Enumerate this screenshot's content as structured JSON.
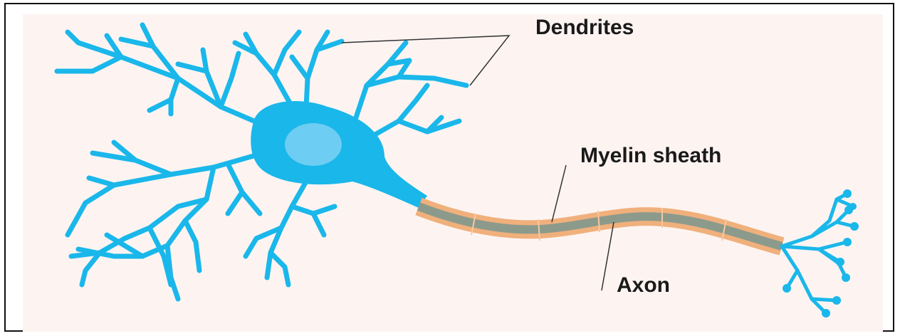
{
  "labels": {
    "dendrites": "Dendrites",
    "myelin_sheath": "Myelin sheath",
    "axon": "Axon"
  },
  "colors": {
    "neuron": "#1ab7ea",
    "nucleus": "#6ecdf2",
    "myelin": "#f0b07c",
    "axon_core": "#8c9a8c",
    "background": "#fdf4f2",
    "leader_line": "#333333"
  }
}
